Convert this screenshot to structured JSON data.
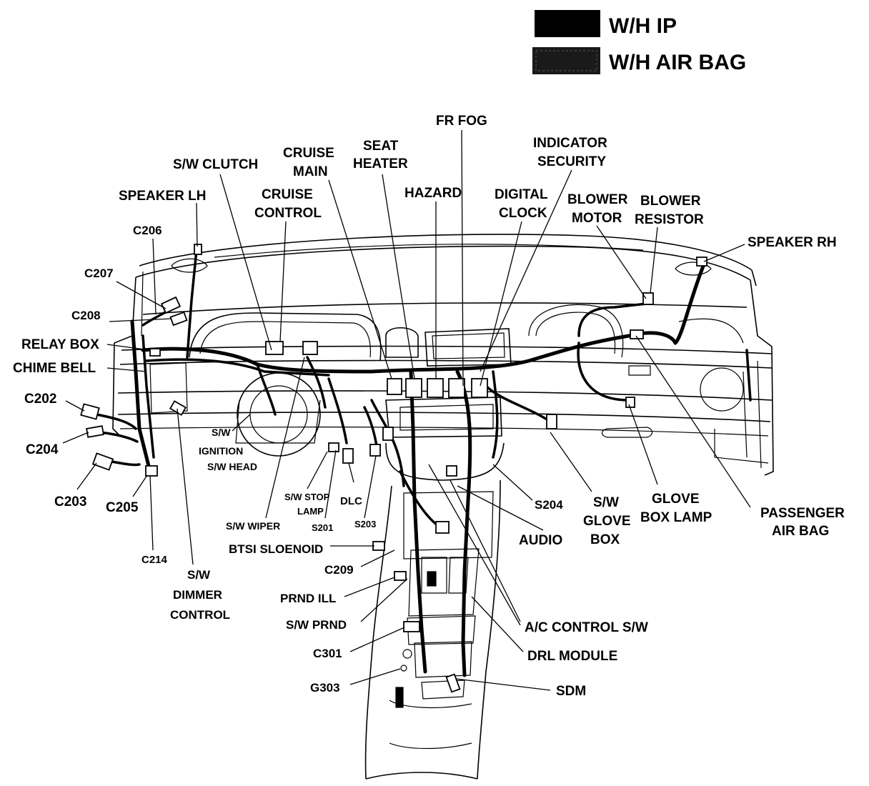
{
  "legend": [
    {
      "label": "W/H IP",
      "color": "#000000"
    },
    {
      "label": "W/H AIR BAG",
      "color": "#1a1a1a"
    }
  ],
  "labels": {
    "fr_fog": "FR FOG",
    "indicator_1": "INDICATOR",
    "indicator_2": "SECURITY",
    "seat_1": "SEAT",
    "seat_2": "HEATER",
    "cruise_main_1": "CRUISE",
    "cruise_main_2": "MAIN",
    "sw_clutch": "S/W CLUTCH",
    "hazard": "HAZARD",
    "digital_1": "DIGITAL",
    "digital_2": "CLOCK",
    "blower_motor_1": "BLOWER",
    "blower_motor_2": "MOTOR",
    "blower_res_1": "BLOWER",
    "blower_res_2": "RESISTOR",
    "speaker_lh": "SPEAKER LH",
    "cruise_ctrl_1": "CRUISE",
    "cruise_ctrl_2": "CONTROL",
    "speaker_rh": "SPEAKER RH",
    "c206": "C206",
    "c207": "C207",
    "c208": "C208",
    "relay_box": "RELAY BOX",
    "chime_bell": "CHIME BELL",
    "c202": "C202",
    "c204": "C204",
    "c203": "C203",
    "c205": "C205",
    "c214": "C214",
    "sw_ign_1": "S/W",
    "sw_ign_2": "IGNITION",
    "sw_ign_3": "S/W HEAD",
    "sw_stop_1": "S/W STOP",
    "sw_stop_2": "LAMP",
    "dlc": "DLC",
    "sw_wiper": "S/W WIPER",
    "s201": "S201",
    "s203": "S203",
    "btsi": "BTSI SLOENOID",
    "c209": "C209",
    "prnd_ill": "PRND ILL",
    "sw_prnd": "S/W PRND",
    "c301": "C301",
    "g303": "G303",
    "dimmer_1": "S/W",
    "dimmer_2": "DIMMER",
    "dimmer_3": "CONTROL",
    "s204": "S204",
    "audio": "AUDIO",
    "sw_glove_1": "S/W",
    "sw_glove_2": "GLOVE",
    "sw_glove_3": "BOX",
    "glove_lamp_1": "GLOVE",
    "glove_lamp_2": "BOX LAMP",
    "pass_bag_1": "PASSENGER",
    "pass_bag_2": "AIR BAG",
    "ac_control": "A/C CONTROL S/W",
    "drl_module": "DRL MODULE",
    "sdm": "SDM"
  }
}
